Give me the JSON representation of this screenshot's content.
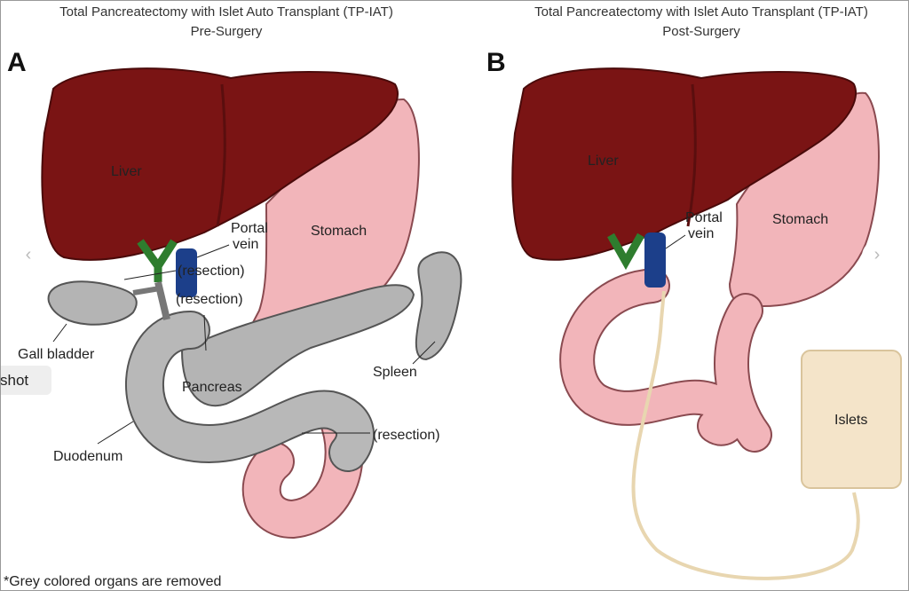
{
  "panel_a": {
    "title": "Total Pancreatectomy with Islet Auto Transplant (TP-IAT)",
    "subtitle": "Pre-Surgery",
    "letter": "A",
    "labels": {
      "liver": "Liver",
      "stomach": "Stomach",
      "portal": "Portal",
      "vein": "vein",
      "resection1": "(resection)",
      "resection2": "(resection)",
      "resection3": "(resection)",
      "gall_bladder": "Gall bladder",
      "pancreas": "Pancreas",
      "spleen": "Spleen",
      "duodenum": "Duodenum"
    }
  },
  "panel_b": {
    "title": "Total Pancreatectomy with Islet Auto Transplant (TP-IAT)",
    "subtitle": "Post-Surgery",
    "letter": "B",
    "labels": {
      "liver": "Liver",
      "stomach": "Stomach",
      "portal": "Portal",
      "vein": "vein",
      "islets": "Islets"
    }
  },
  "footnote": "*Grey colored organs are removed",
  "chip_label": "shot",
  "nav": {
    "prev": "‹",
    "next": "›"
  },
  "colors": {
    "liver": "#7a1414",
    "pink": "#f2b5ba",
    "grey": "#b4b4b4",
    "bag": "#f4e4c9"
  }
}
